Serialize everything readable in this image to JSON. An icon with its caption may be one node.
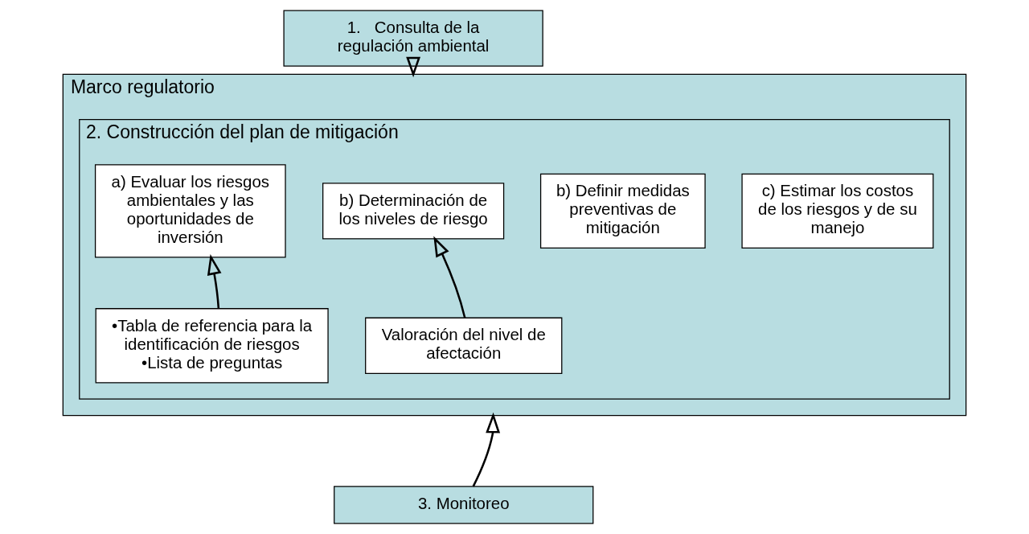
{
  "diagram": {
    "nodes": [
      {
        "text": [
          "1.   Consulta de la regulación ambiental"
        ]
      },
      {
        "text": [
          "Marco regulatorio"
        ]
      },
      {
        "text": [
          "2. Construcción del plan de mitigación"
        ],
        "in": 1
      },
      {
        "text": [
          "a) Evaluar los riesgos ambientales y las oportunidades de inversión"
        ],
        "in": 2
      },
      {
        "text": [
          "b) Determinación de los niveles de riesgo"
        ],
        "in": 2
      },
      {
        "text": [
          "b) Definir medidas preventivas de mitigación"
        ],
        "in": 2
      },
      {
        "text": [
          "c) Estimar los costos de los riesgos y de su manejo"
        ],
        "in": 2
      },
      {
        "text": [
          "•Tabla de referencia para la identificación de riesgos",
          "•Lista de preguntas"
        ],
        "in": 2
      },
      {
        "text": [
          "Valoración del nivel de afectación"
        ],
        "in": 2
      },
      {
        "text": [
          "3. Monitoreo"
        ]
      }
    ],
    "edges": [
      {
        "from": 0,
        "to": 1,
        "arrow": "to"
      },
      {
        "from": 7,
        "to": 3,
        "arrow": "to"
      },
      {
        "from": 8,
        "to": 4,
        "arrow": "to"
      },
      {
        "from": 9,
        "to": 1,
        "arrow": "to"
      }
    ]
  }
}
